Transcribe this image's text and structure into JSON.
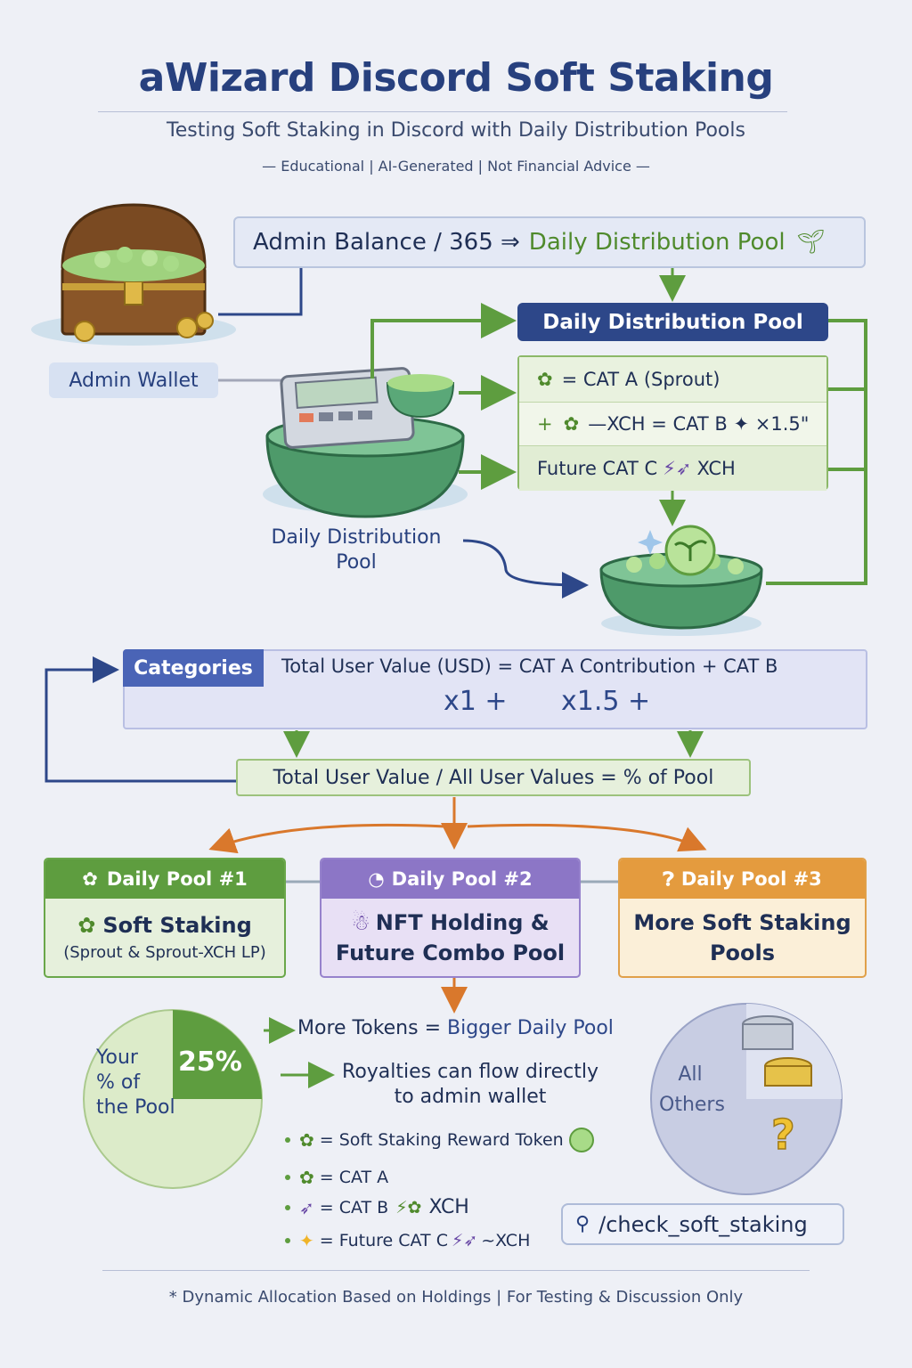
{
  "title": "aWizard Discord Soft Staking",
  "subtitle": "Testing Soft Staking in Discord with Daily Distribution Pools",
  "disclaimer": "— Educational | AI-Generated | Not Financial Advice —",
  "formula": {
    "lhs": "Admin Balance  /  365  ⇒",
    "rhs": "Daily Distribution Pool"
  },
  "admin_wallet_label": "Admin Wallet",
  "daily_pool": {
    "header": "Daily Distribution Pool",
    "row1": "= CAT A  (Sprout)",
    "row2": "—XCH = CAT B ✦ ×1.5\"",
    "row3": "Future CAT C",
    "row3_suffix": "XCH"
  },
  "pool_caption": {
    "line1": "Daily Distribution",
    "line2": "Pool"
  },
  "categories": {
    "tag": "Categories",
    "formula": "Total User Value (USD) = CAT A Contribution + CAT B",
    "mult1": "x1 +",
    "mult2": "x1.5 +"
  },
  "share_formula": "Total User Value / All User Values = % of Pool",
  "pools": [
    {
      "header": "Daily Pool #1",
      "line1": "Soft Staking",
      "line2": "(Sprout & Sprout-XCH LP)"
    },
    {
      "header": "Daily Pool #2",
      "line1": "NFT Holding &",
      "line2": "Future Combo Pool"
    },
    {
      "header": "Daily Pool #3",
      "line1": "More Soft Staking",
      "line2": "Pools"
    }
  ],
  "notes": {
    "more_tokens_a": "More Tokens = ",
    "more_tokens_b": "Bigger Daily Pool",
    "royalties_1": "Royalties can flow directly",
    "royalties_2": "to admin wallet"
  },
  "legend": [
    {
      "text": "= Soft Staking Reward Token"
    },
    {
      "text": "= CAT A"
    },
    {
      "text": "= CAT B",
      "suffix": "XCH"
    },
    {
      "text": "= Future CAT C",
      "suffix": "~XCH"
    }
  ],
  "command": "/check_soft_staking",
  "pie": {
    "label_1": "Your",
    "label_2": "% of",
    "label_3": "the Pool",
    "percent_label": "25%",
    "your_share": 0.25
  },
  "others_label_1": "All",
  "others_label_2": "Others",
  "footer": "* Dynamic Allocation Based on Holdings | For Testing & Discussion Only",
  "colors": {
    "navy": "#27407e",
    "green": "#5e9d3f",
    "purple": "#8c76c6",
    "orange": "#e49b3e"
  }
}
